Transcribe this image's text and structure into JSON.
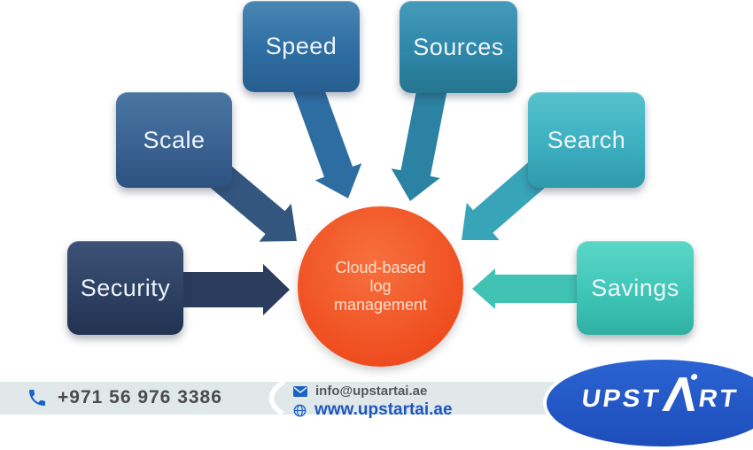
{
  "diagram": {
    "center": {
      "lines": [
        "Cloud-based",
        "log",
        "management"
      ],
      "color": "#ee4f23"
    },
    "nodes": [
      {
        "id": "speed",
        "label": "Speed",
        "color": "#2e6da2"
      },
      {
        "id": "sources",
        "label": "Sources",
        "color": "#2e87a9"
      },
      {
        "id": "scale",
        "label": "Scale",
        "color": "#3a6292"
      },
      {
        "id": "search",
        "label": "Search",
        "color": "#3cafc0"
      },
      {
        "id": "security",
        "label": "Security",
        "color": "#2d4163"
      },
      {
        "id": "savings",
        "label": "Savings",
        "color": "#3fc6b7"
      }
    ]
  },
  "footer": {
    "phone": "+971 56 976 3386",
    "email": "info@upstartai.ae",
    "website": "www.upstartai.ae",
    "background": "#e0e8ea",
    "icon_color": "#1a63c6",
    "logo": {
      "before": "UPST",
      "a_letter": "A",
      "after": "RT",
      "full": "UPSTART",
      "accent": "#2257c8"
    }
  }
}
